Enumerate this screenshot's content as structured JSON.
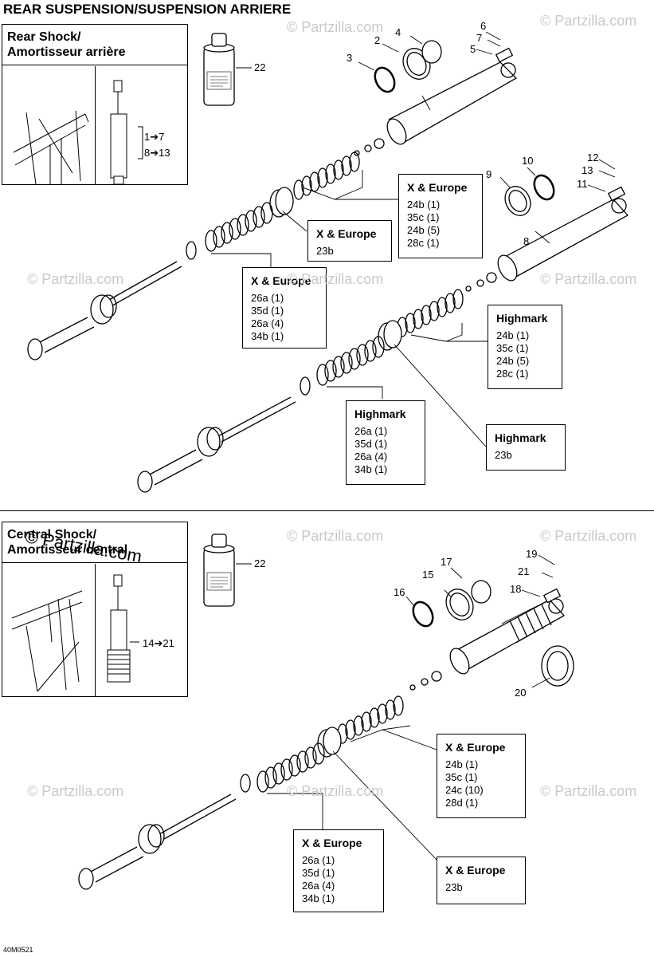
{
  "title": "REAR SUSPENSION/SUSPENSION ARRIERE",
  "drawing_number": "40M0521",
  "watermark": "© Partzilla.com",
  "rear_shock": {
    "title_line1": "Rear Shock/",
    "title_line2": "Amortisseur arrière",
    "range_1": "1➔7",
    "range_2": "8➔13",
    "oil_label": "22",
    "part_numbers": [
      "2",
      "3",
      "4",
      "5",
      "6",
      "7",
      "8",
      "9",
      "10",
      "11",
      "12",
      "13"
    ],
    "callouts": [
      {
        "title": "X & Europe",
        "items": [
          "24b (1)",
          "35c (1)",
          "24b (5)",
          "28c (1)"
        ]
      },
      {
        "title": "X & Europe",
        "items": [
          "23b"
        ]
      },
      {
        "title": "X & Europe",
        "items": [
          "26a (1)",
          "35d (1)",
          "26a (4)",
          "34b (1)"
        ]
      },
      {
        "title": "Highmark",
        "items": [
          "24b (1)",
          "35c (1)",
          "24b (5)",
          "28c (1)"
        ]
      },
      {
        "title": "Highmark",
        "items": [
          "26a (1)",
          "35d (1)",
          "26a (4)",
          "34b (1)"
        ]
      },
      {
        "title": "Highmark",
        "items": [
          "23b"
        ]
      }
    ]
  },
  "central_shock": {
    "title_line1": "Central Shock/",
    "title_line2": "Amortisseur central",
    "range_1": "14➔21",
    "oil_label": "22",
    "part_numbers": [
      "15",
      "16",
      "17",
      "18",
      "19",
      "20",
      "21"
    ],
    "callouts": [
      {
        "title": "X & Europe",
        "items": [
          "24b (1)",
          "35c (1)",
          "24c (10)",
          "28d (1)"
        ]
      },
      {
        "title": "X & Europe",
        "items": [
          "26a (1)",
          "35d (1)",
          "26a (4)",
          "34b (1)"
        ]
      },
      {
        "title": "X & Europe",
        "items": [
          "23b"
        ]
      }
    ]
  }
}
